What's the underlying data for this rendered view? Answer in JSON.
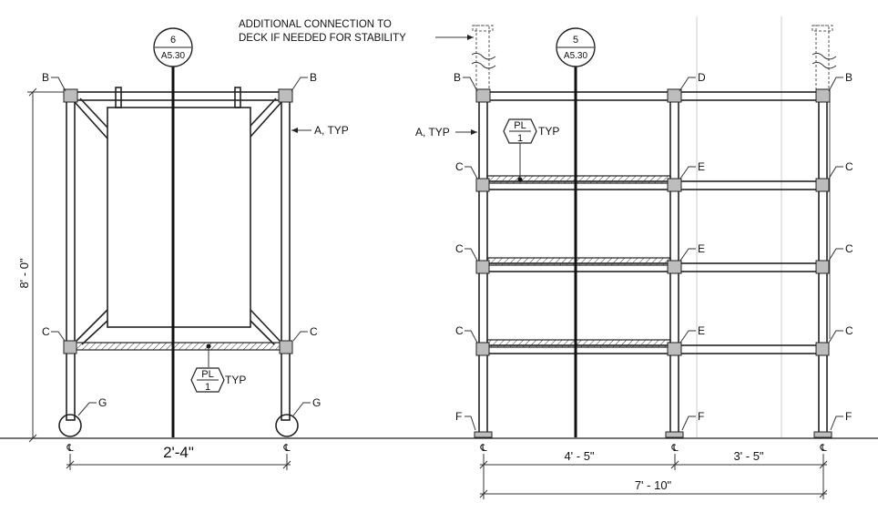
{
  "note": {
    "line1": "ADDITIONAL CONNECTION TO",
    "line2": "DECK IF NEEDED FOR STABILITY"
  },
  "section_markers": [
    {
      "number": "6",
      "sheet": "A5.30"
    },
    {
      "number": "5",
      "sheet": "A5.30"
    }
  ],
  "left_elevation": {
    "callouts": {
      "top_left": "B",
      "top_right": "B",
      "mid_left": "C",
      "mid_right": "C",
      "wheel_left": "G",
      "wheel_right": "G",
      "member": "A, TYP"
    },
    "plate_tag": {
      "top": "PL",
      "bottom": "1",
      "suffix": "TYP"
    },
    "height_dim": "8' - 0\"",
    "width_dim": "2'-4\"",
    "cl_left": "℄",
    "cl_right": "℄"
  },
  "right_elevation": {
    "callouts": {
      "top_left": "B",
      "top_mid": "D",
      "top_right": "B",
      "l1": "C",
      "l2": "C",
      "l3": "C",
      "m1": "E",
      "m2": "E",
      "m3": "E",
      "r1": "C",
      "r2": "C",
      "r3": "C",
      "foot_left": "F",
      "foot_mid": "F",
      "foot_right": "F",
      "member": "A, TYP"
    },
    "plate_tag": {
      "top": "PL",
      "bottom": "1",
      "suffix": "TYP"
    },
    "dim_left_bay": "4' - 5\"",
    "dim_right_bay": "3' - 5\"",
    "dim_overall": "7' - 10\"",
    "cl1": "℄",
    "cl2": "℄",
    "cl3": "℄"
  }
}
